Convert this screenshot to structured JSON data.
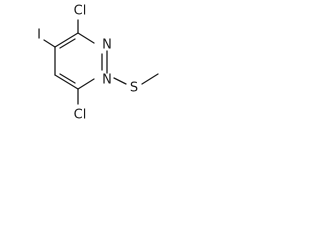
{
  "molecule": {
    "atoms": {
      "chlorine_top": "Cl",
      "iodine": "I",
      "nitrogen_3": "N",
      "nitrogen_1": "N",
      "sulfur": "S",
      "chlorine_bottom": "Cl"
    },
    "bond_color": "#1a1a1a"
  }
}
